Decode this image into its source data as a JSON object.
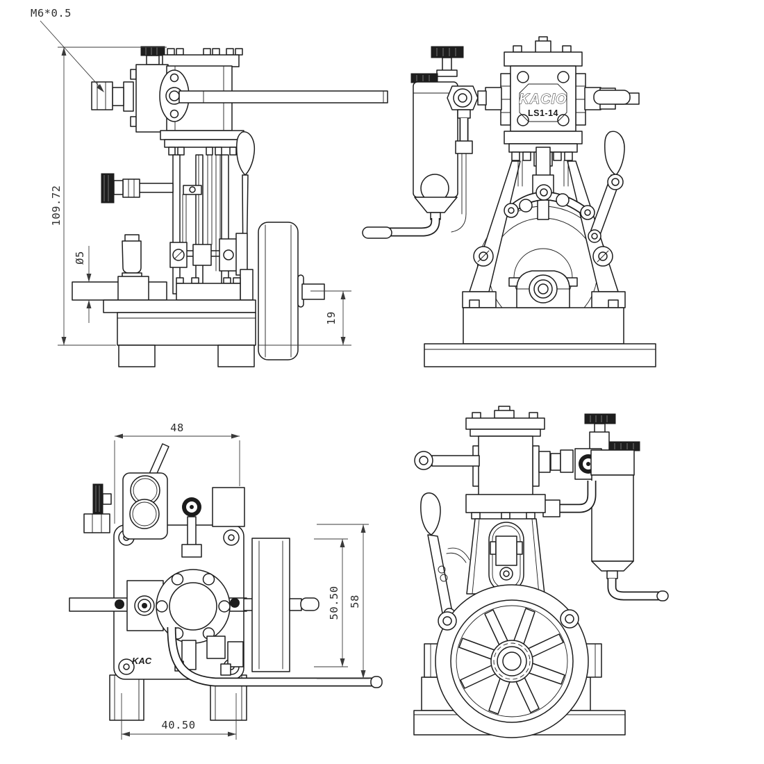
{
  "sheet": {
    "background": "#ffffff",
    "line_color": "#1c1c1c",
    "dim_color": "#3a3a3a"
  },
  "nameplate": {
    "brand": "KACIO",
    "model": "LS1-14",
    "partial_brand": "KAC"
  },
  "annotations": {
    "thread_callout": "M6*0.5",
    "overall_height": "109.72",
    "shaft_diameter": "Ø5",
    "shaft_center_height": "19",
    "base_width": "48",
    "flywheel_to_base_depth": "50.50",
    "base_depth": "58",
    "foot_spacing": "40.50"
  }
}
